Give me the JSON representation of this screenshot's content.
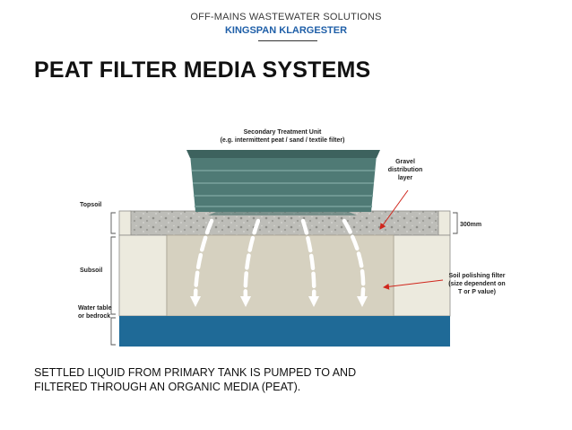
{
  "header": {
    "category": "OFF-MAINS WASTEWATER SOLUTIONS",
    "brand": "KINGSPAN KLARGESTER"
  },
  "title": "PEAT FILTER MEDIA SYSTEMS",
  "diagram": {
    "unit_label_line1": "Secondary Treatment Unit",
    "unit_label_line2": "(e.g. intermittent peat / sand / textile filter)",
    "gravel_label": [
      "Gravel",
      "distribution",
      "layer"
    ],
    "topsoil_label": "Topsoil",
    "subsoil_label": "Subsoil",
    "water_table_label": [
      "Water table",
      "or bedrock"
    ],
    "depth_label": "300mm",
    "polishing_label": [
      "Soil polishing filter",
      "(size dependent on",
      "T or P value)"
    ],
    "colors": {
      "unit": "#4f7a75",
      "gravel": "#b9b9b4",
      "soil": "#eceade",
      "filter": "#d6d1c0",
      "water": "#1f6a97",
      "pointer": "#d0261c"
    }
  },
  "caption": {
    "line1": "SETTLED LIQUID FROM PRIMARY TANK IS PUMPED TO AND",
    "line2": "FILTERED THROUGH AN ORGANIC MEDIA (PEAT)."
  }
}
